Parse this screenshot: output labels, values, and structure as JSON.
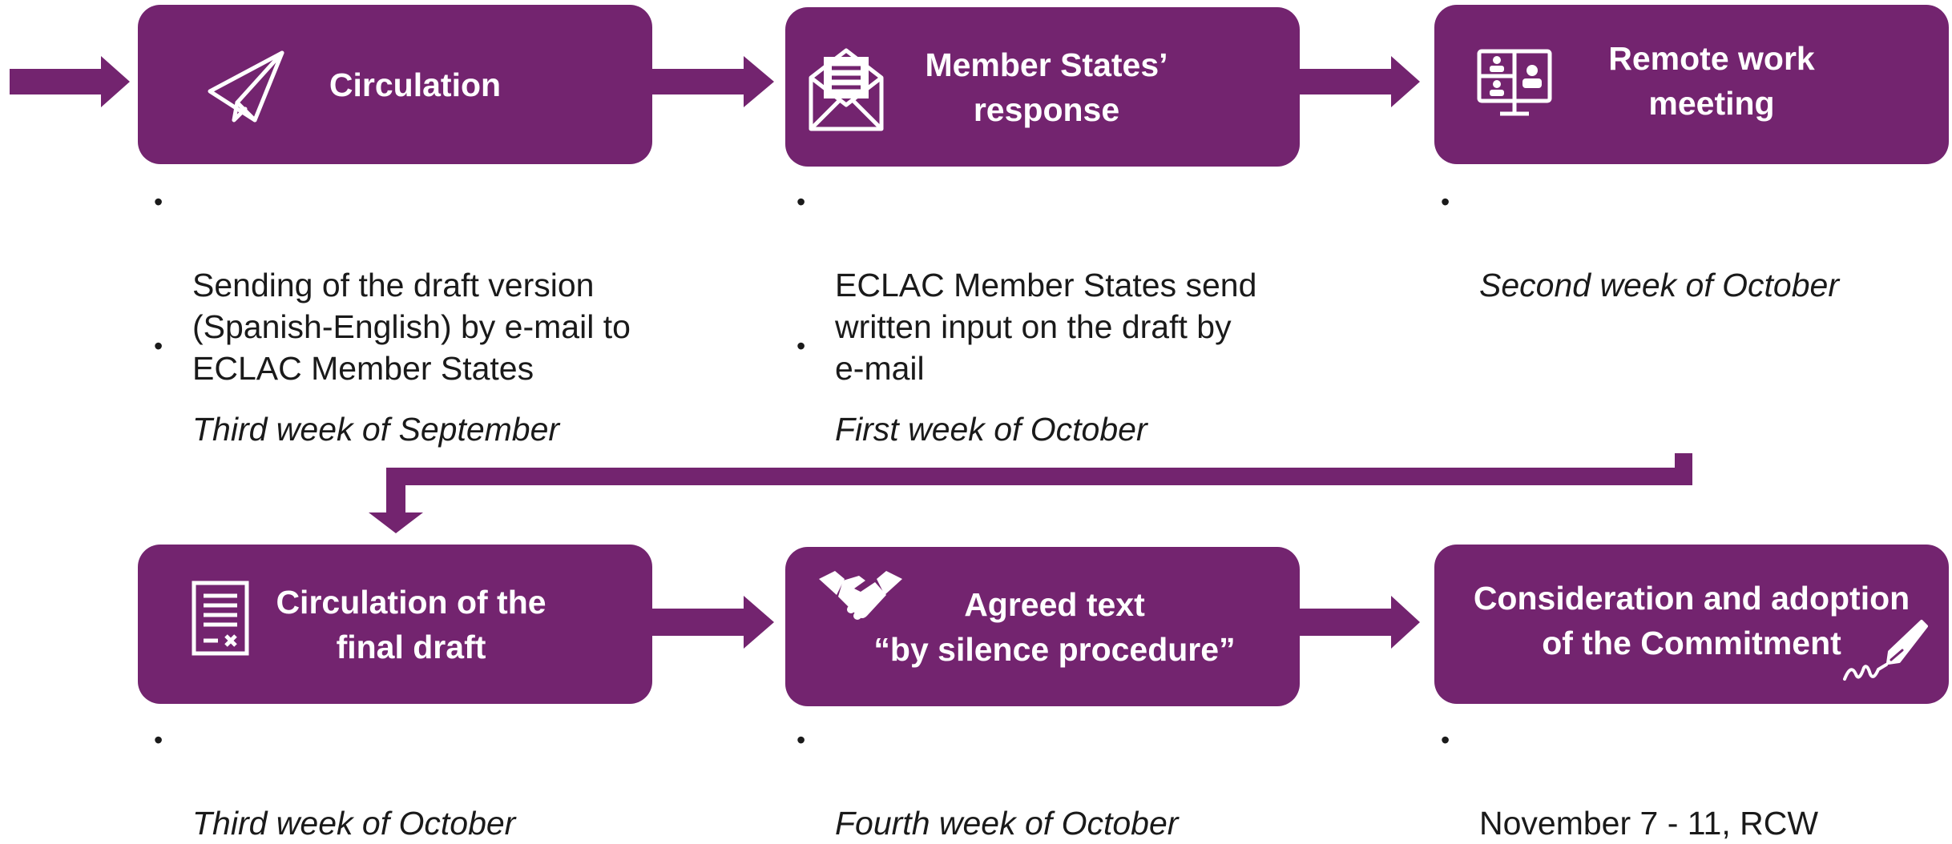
{
  "colors": {
    "step_fill": "#73246f",
    "step_text": "#ffffff",
    "note_text": "#1a1a1a"
  },
  "bullet_glyph": "•",
  "steps": [
    {
      "id": "circulation",
      "title": "Circulation",
      "icon": "paper-plane-icon",
      "notes": [
        {
          "text": "Sending of the draft version\n(Spanish-English) by e-mail to\nECLAC Member States",
          "italic": false
        },
        {
          "text": "Third week of September",
          "italic": true
        }
      ]
    },
    {
      "id": "member-states-response",
      "title": "Member States’\nresponse",
      "icon": "open-envelope-icon",
      "notes": [
        {
          "text": "ECLAC Member States send\nwritten input on the draft by\ne-mail",
          "italic": false
        },
        {
          "text": "First week of October",
          "italic": true
        }
      ]
    },
    {
      "id": "remote-work-meeting",
      "title": "Remote work\nmeeting",
      "icon": "video-conference-icon",
      "notes": [
        {
          "text": "Second week of October",
          "italic": true
        }
      ]
    },
    {
      "id": "circulation-final-draft",
      "title": "Circulation of the\nfinal draft",
      "icon": "document-icon",
      "notes": [
        {
          "text": "Third week of October",
          "italic": true
        }
      ]
    },
    {
      "id": "agreed-text",
      "title": "Agreed text\n“by silence procedure”",
      "icon": "handshake-icon",
      "notes": [
        {
          "text": "Fourth week of October",
          "italic": true
        }
      ]
    },
    {
      "id": "consideration-adoption",
      "title": "Consideration and adoption\nof the Commitment",
      "icon": "fountain-pen-signature-icon",
      "notes": [
        {
          "text": "November 7 - 11, RCW",
          "italic": false
        }
      ]
    }
  ]
}
